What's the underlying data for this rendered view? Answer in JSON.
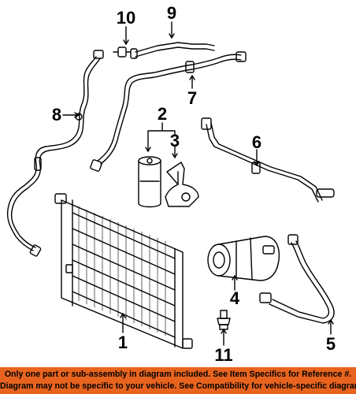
{
  "callouts": {
    "c1": "1",
    "c2": "2",
    "c3": "3",
    "c4": "4",
    "c5": "5",
    "c6": "6",
    "c7": "7",
    "c8": "8",
    "c9": "9",
    "c10": "10",
    "c11": "11"
  },
  "footer": {
    "line1": "Only one part or sub-assembly in diagram included. See Item Specifics for Reference #.",
    "line2": "Diagram may not be specific to your vehicle. See Compatibility for vehicle-specific diagrams."
  },
  "colors": {
    "footer_bg": "#e8641e",
    "line": "#000000"
  }
}
